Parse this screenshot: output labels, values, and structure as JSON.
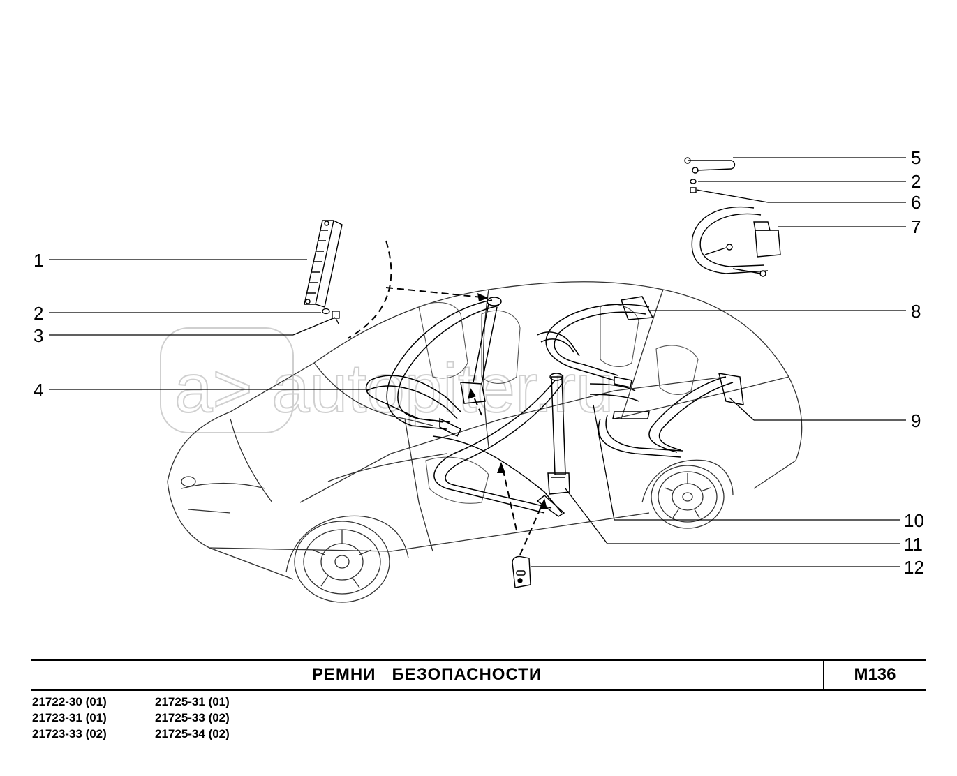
{
  "watermark": {
    "text": "a> autopiter.ru"
  },
  "callouts": [
    {
      "label": "1"
    },
    {
      "label": "2"
    },
    {
      "label": "3"
    },
    {
      "label": "4"
    },
    {
      "label": "5"
    },
    {
      "label": "2"
    },
    {
      "label": "6"
    },
    {
      "label": "7"
    },
    {
      "label": "8"
    },
    {
      "label": "9"
    },
    {
      "label": "10"
    },
    {
      "label": "11"
    },
    {
      "label": "12"
    }
  ],
  "title_block": {
    "title": "РЕМНИ   БЕЗОПАСНОСТИ",
    "code": "М136"
  },
  "models": {
    "col1": [
      "21722-30 (01)",
      "21723-31 (01)",
      "21723-33 (02)"
    ],
    "col2": [
      "21725-31 (01)",
      "21725-33 (02)",
      "21725-34 (02)"
    ]
  }
}
